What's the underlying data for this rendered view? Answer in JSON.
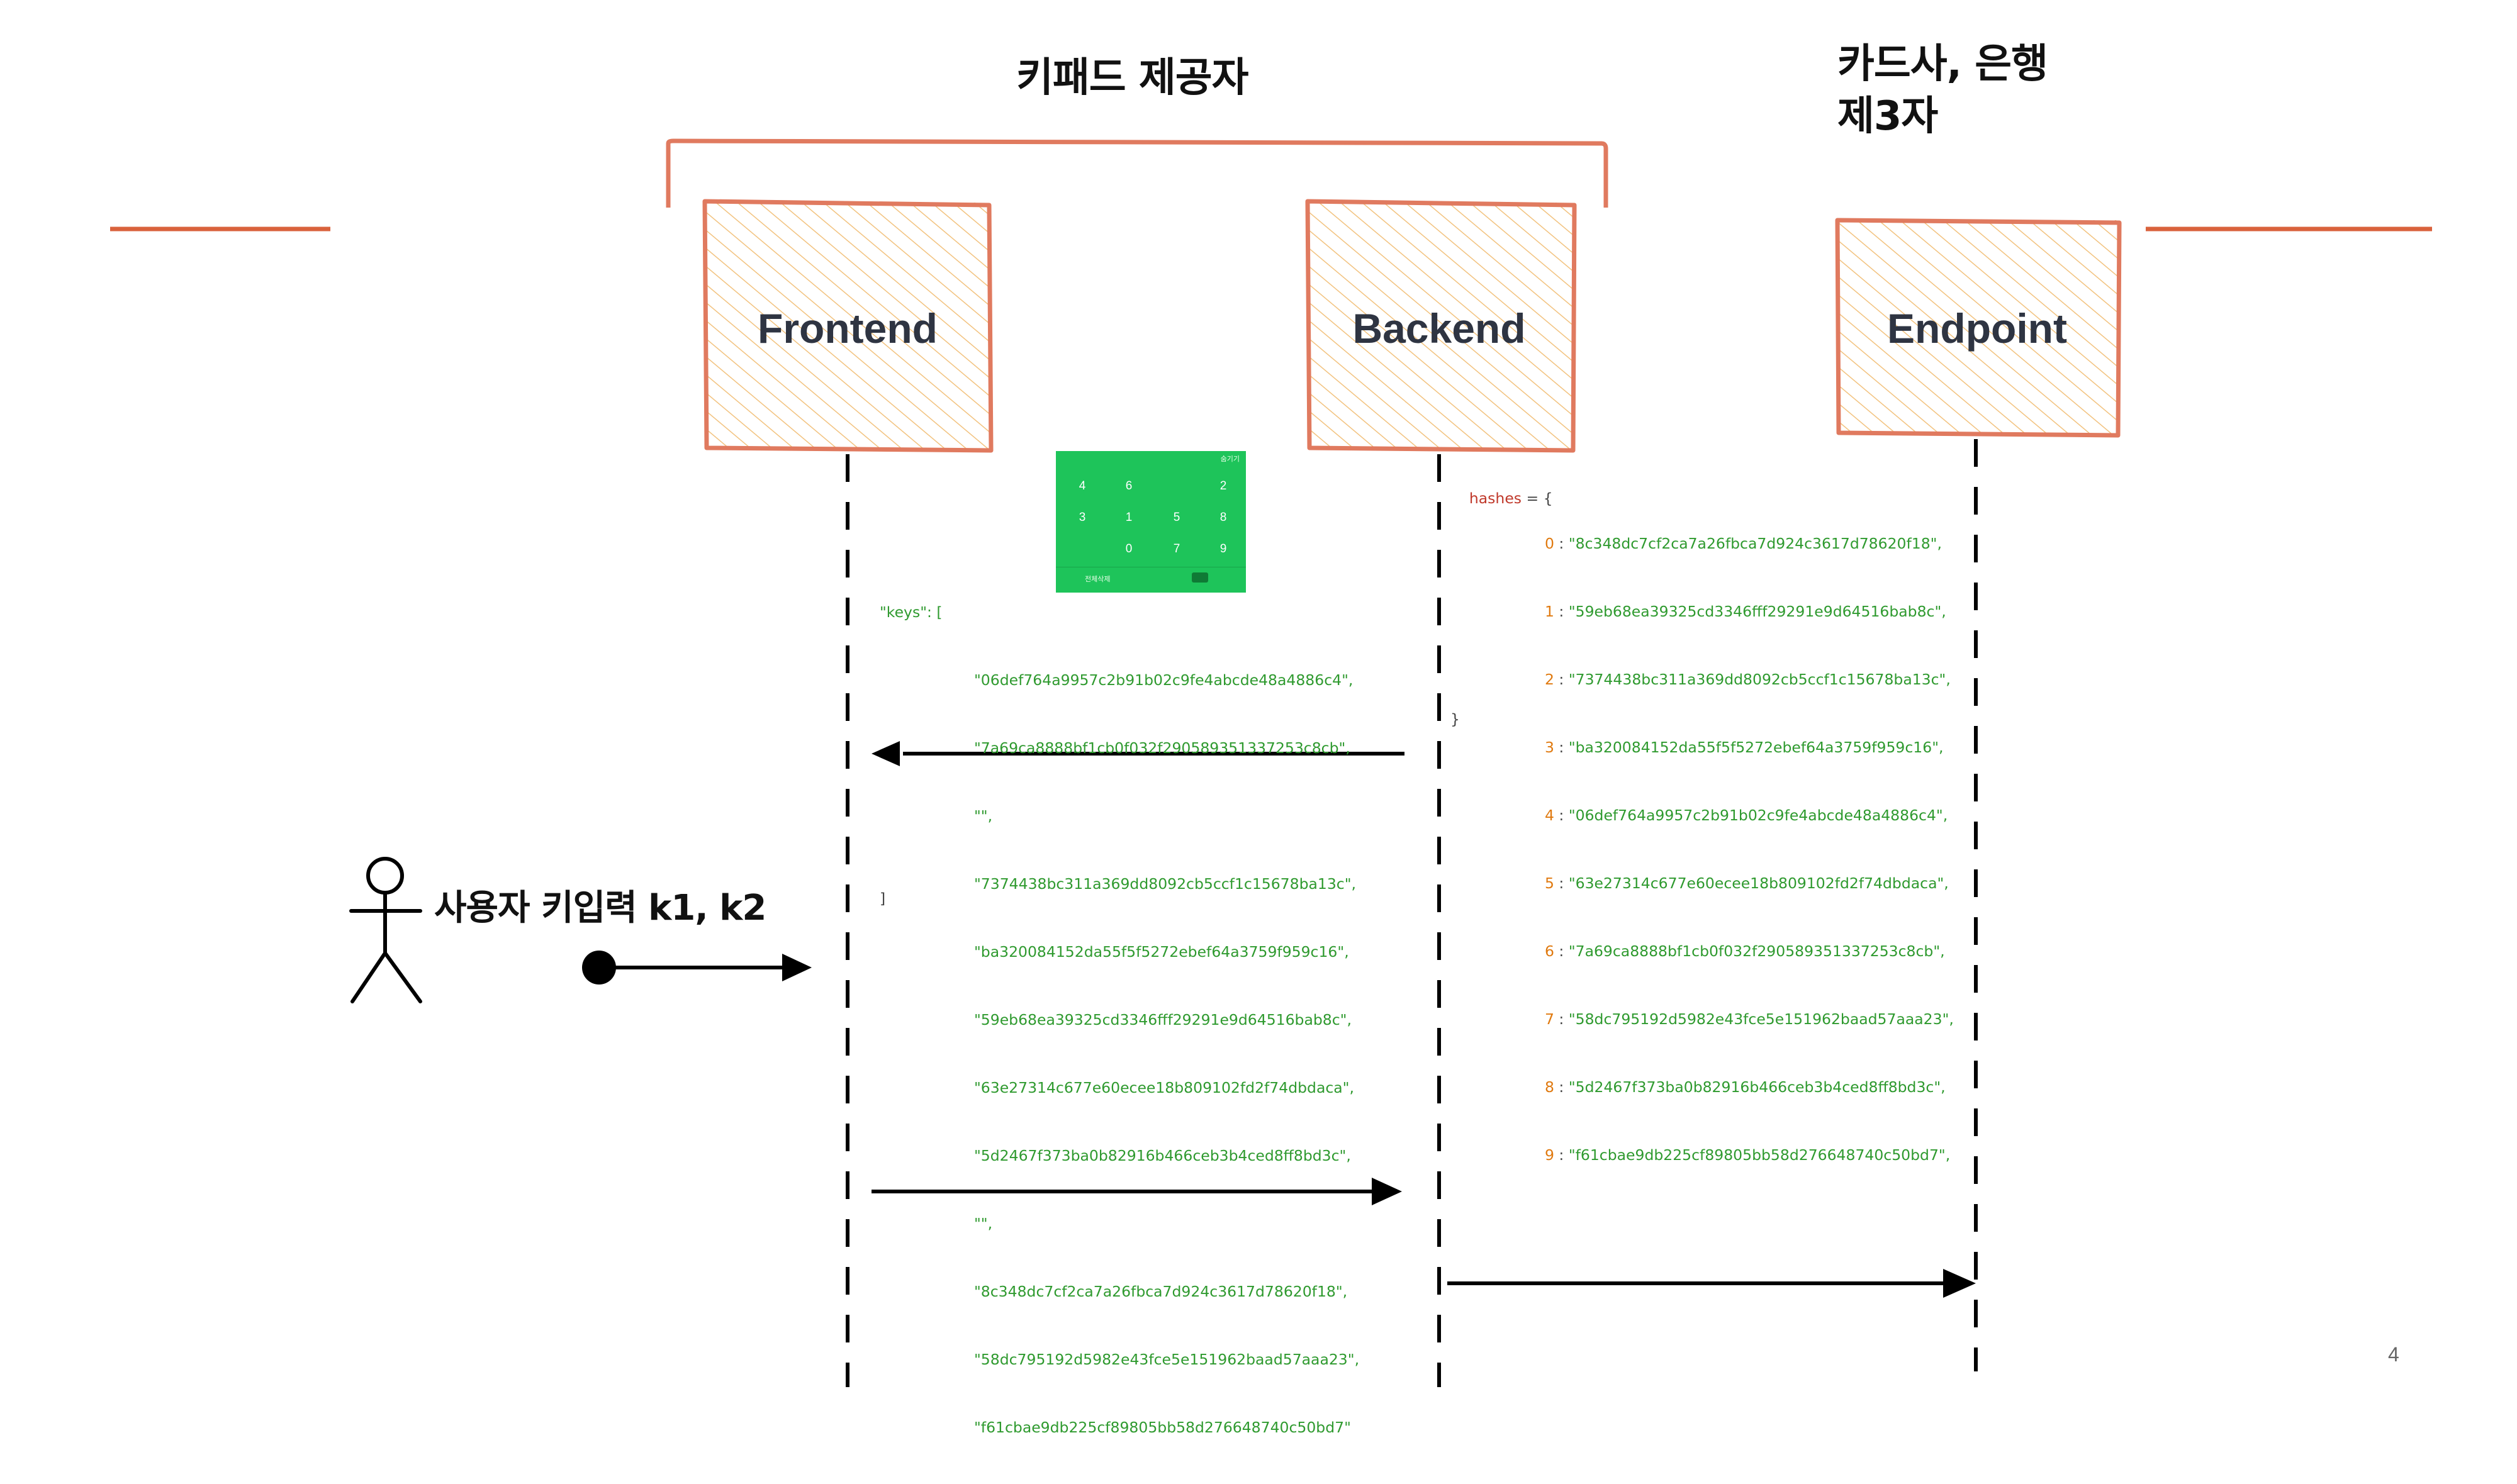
{
  "titles": {
    "keypad_provider": "키패드 제공자",
    "third_party_line1": "카드사, 은행",
    "third_party_line2": "제3자"
  },
  "participants": {
    "frontend": "Frontend",
    "backend": "Backend",
    "endpoint": "Endpoint"
  },
  "actor": {
    "label": "사용자 키입력 k1, k2"
  },
  "keypad": {
    "hide_label": "숨기기",
    "keys": [
      "4",
      "6",
      "2",
      "3",
      "1",
      "5",
      "8",
      "0",
      "7",
      "9"
    ],
    "reset_label": "전체삭제"
  },
  "keys_json": {
    "open": "\"keys\": [",
    "items": [
      "\"06def764a9957c2b91b02c9fe4abcde48a4886c4\",",
      "\"7a69ca8888bf1cb0f032f290589351337253c8cb\",",
      "\"\",",
      "\"7374438bc311a369dd8092cb5ccf1c15678ba13c\",",
      "\"ba320084152da55f5f5272ebef64a3759f959c16\",",
      "\"59eb68ea39325cd3346fff29291e9d64516bab8c\",",
      "\"63e27314c677e60ecee18b809102fd2f74dbdaca\",",
      "\"5d2467f373ba0b82916b466ceb3b4ced8ff8bd3c\",",
      "\"\",",
      "\"8c348dc7cf2ca7a26fbca7d924c3617d78620f18\",",
      "\"58dc795192d5982e43fce5e151962baad57aaa23\",",
      "\"f61cbae9db225cf89805bb58d276648740c50bd7\""
    ],
    "close": "]"
  },
  "hashes_json": {
    "open_key": "hashes",
    "open_rest": " = {",
    "items": [
      {
        "index": "0",
        "value": "\"8c348dc7cf2ca7a26fbca7d924c3617d78620f18\","
      },
      {
        "index": "1",
        "value": "\"59eb68ea39325cd3346fff29291e9d64516bab8c\","
      },
      {
        "index": "2",
        "value": "\"7374438bc311a369dd8092cb5ccf1c15678ba13c\","
      },
      {
        "index": "3",
        "value": "\"ba320084152da55f5f5272ebef64a3759f959c16\","
      },
      {
        "index": "4",
        "value": "\"06def764a9957c2b91b02c9fe4abcde48a4886c4\","
      },
      {
        "index": "5",
        "value": "\"63e27314c677e60ecee18b809102fd2f74dbdaca\","
      },
      {
        "index": "6",
        "value": "\"7a69ca8888bf1cb0f032f290589351337253c8cb\","
      },
      {
        "index": "7",
        "value": "\"58dc795192d5982e43fce5e151962baad57aaa23\","
      },
      {
        "index": "8",
        "value": "\"5d2467f373ba0b82916b466ceb3b4ced8ff8bd3c\","
      },
      {
        "index": "9",
        "value": "\"f61cbae9db225cf89805bb58d276648740c50bd7\","
      }
    ],
    "close": "}"
  },
  "page_number": "4",
  "colors": {
    "box_stroke": "#e07a5f",
    "box_fill": "#f6c98a",
    "accent_line": "#d9623c",
    "keypad_green": "#1ec45a"
  }
}
